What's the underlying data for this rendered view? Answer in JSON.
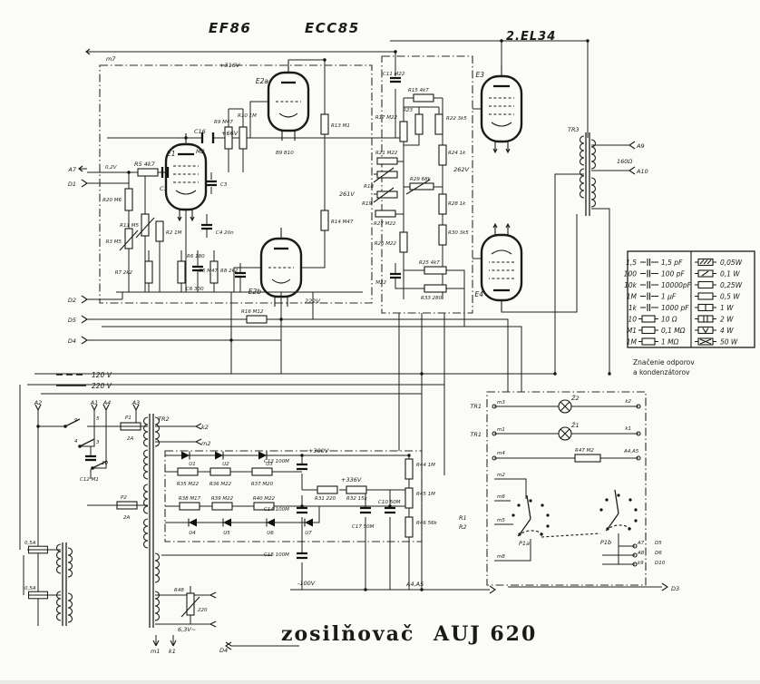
{
  "title": {
    "word1": "zosilňovač",
    "word2": "AUJ 620"
  },
  "tubes": {
    "ef86": "EF86",
    "ecc85": "ECC85",
    "el34": "2.EL34"
  },
  "line_key": {
    "dashed": "120 V",
    "solid": "220 V"
  },
  "legend": {
    "heading1": "Značenie odporov",
    "heading2": "a kondenzátorov",
    "rows": [
      {
        "c": "1,5",
        "v": "1,5 pF",
        "w": "0,05W"
      },
      {
        "c": "100",
        "v": "100 pF",
        "w": "0,1 W"
      },
      {
        "c": "10k",
        "v": "10000pF",
        "w": "0,25W"
      },
      {
        "c": "1M",
        "v": "1 μF",
        "w": "0,5 W"
      },
      {
        "c": "1k",
        "v": "1000 pF",
        "w": "1 W"
      },
      {
        "c": "10",
        "v": "10 Ω",
        "w": "2 W"
      },
      {
        "c": "M1",
        "v": "0,1 MΩ",
        "w": "4 W"
      },
      {
        "c": "1M",
        "v": "1 MΩ",
        "w": "50 W"
      }
    ]
  },
  "labels": {
    "m7": "m7",
    "v316": "+316V",
    "v66": "+66V",
    "c16": "C16",
    "c16v": "M2",
    "e1": "E1",
    "r5": "R5 4k7",
    "v02": "0,2V",
    "c1": "C1",
    "a7": "A7",
    "d1": "D1",
    "d2": "D2",
    "d5": "D5",
    "d4": "D4",
    "r20": "R20 M6",
    "r11": "R11 M5",
    "r3": "R3 M5",
    "r2": "R2 1M",
    "c3": "C3",
    "r9": "R9 M47",
    "r10": "R10 1M",
    "c4": "C4 20n",
    "r6": "R6 180",
    "c6": "C6 300",
    "r7": "R7 2k2",
    "r8": "R8 2k2",
    "e2a": "E2a",
    "b910": "B9 B10",
    "r13": "R13 M1",
    "v261": "261V",
    "r14": "R14 M47",
    "e2b": "E2b",
    "v222": "222V",
    "r16": "R16 M12",
    "c5": "C5 M47",
    "c11": "C11 M22",
    "r15": "R15 4k7",
    "r23": "R23",
    "r22": "R22 3k5",
    "r17": "R17 M22",
    "r21": "R21 M22",
    "r18": "R18",
    "r19": "R19",
    "r24": "R24 1k",
    "r29": "R29 68k",
    "r27": "R27 M22",
    "r28": "R28 1k",
    "r26": "R26 M22",
    "r30": "R30 3k5",
    "r25": "R25 4k7",
    "r33": "R33 280",
    "c9": "M22",
    "e3": "E3",
    "e4": "E4",
    "v262": "262V",
    "tr3": "TR3",
    "a9": "A9",
    "a10": "A10",
    "ohm160": "160Ω",
    "a2": "A2",
    "a1": "A1",
    "a4": "A4",
    "a3": "A3",
    "sw9": "9",
    "sw5": "5",
    "sw4": "4",
    "sw3": "3",
    "sw10": "10",
    "p1": "P1",
    "p1v": "2A",
    "p2": "P2",
    "p2v": "2A",
    "c12": "C12 M1",
    "tr2": "TR2",
    "k2": "k2",
    "m2a": "m2",
    "p3": "0,5A",
    "p4": "0,5A",
    "r48": "R48",
    "r48v": "220",
    "v63": "6,3V~",
    "m1b": "m1",
    "k1b": "k1",
    "d4b": "D4",
    "u1": "U1",
    "u2": "U2",
    "u3": "U3",
    "u4": "U4",
    "u5": "U5",
    "u6": "U6",
    "u7": "U7",
    "r35": "R35 M22",
    "r36": "R36 M22",
    "r37": "R37 M20",
    "r38": "R38 M17",
    "r39": "R39 M22",
    "r40": "R40 M22",
    "c13": "C13 100M",
    "v300": "+300V",
    "r31": "R31 220",
    "v336": "+336V",
    "r32": "R32 15k",
    "c14": "C14 100M",
    "c17": "C17 50M",
    "c10": "C10 50M",
    "c15": "C15 100M",
    "vm100": "-100V",
    "a45b": "A4,A5",
    "r44": "R44 1M",
    "r45": "R45 1M",
    "r46": "R46 56k",
    "r1t": "R1",
    "r2t": "R2",
    "tr1a": "TR1",
    "tr1b": "TR1",
    "m3": "m3",
    "z2": "Ž2",
    "k2r": "k2",
    "m1r": "m1",
    "z1": "Ž1",
    "k1r": "k1",
    "m4": "m4",
    "r47": "R47 M2",
    "a45": "A4,A5",
    "m2r": "m2",
    "m6": "m6",
    "m5": "m5",
    "m8": "m8",
    "p1a": "P1a",
    "p1b": "P1b",
    "a7r": "A7",
    "d5r": "D5",
    "a8r": "A8",
    "d6r": "D6",
    "k9": "k9",
    "d10": "D10",
    "d3": "D3"
  }
}
